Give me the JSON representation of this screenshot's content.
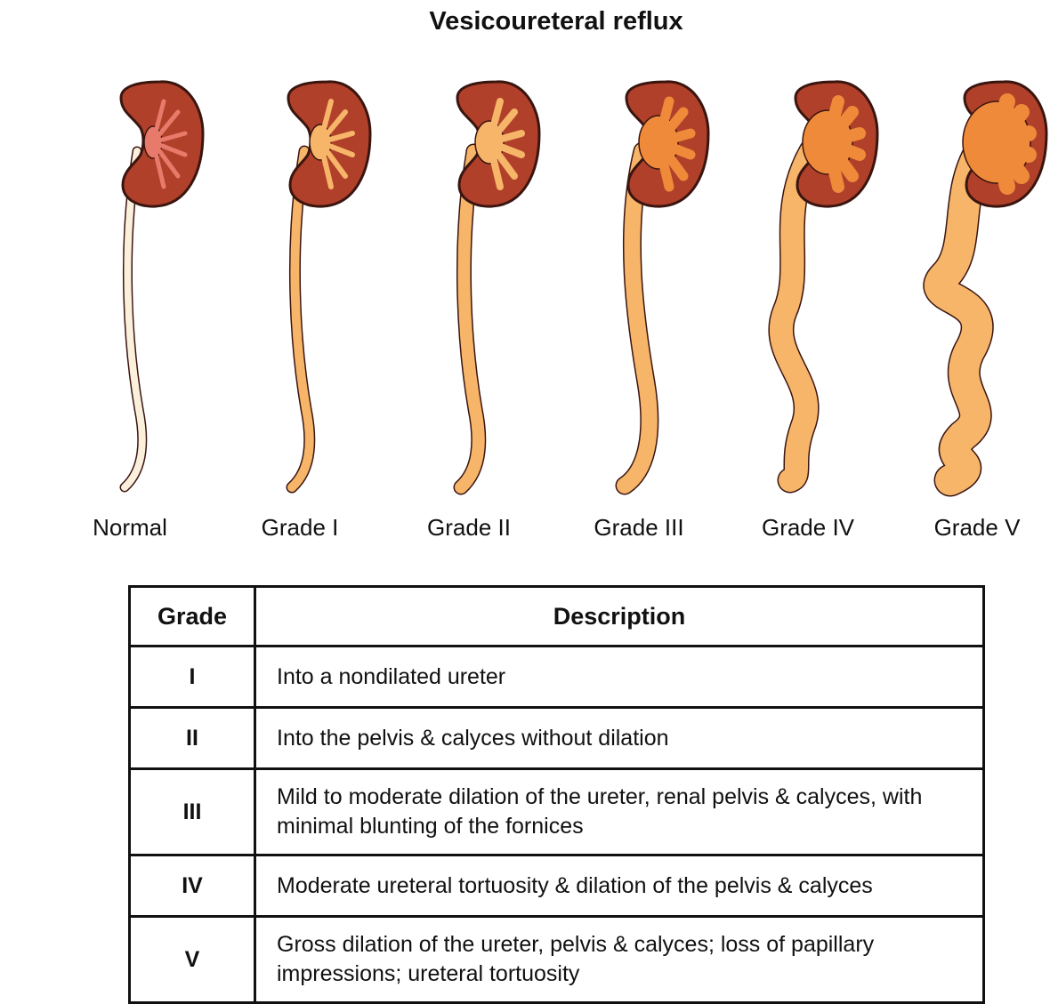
{
  "title": "Vesicoureteral reflux",
  "colors": {
    "kidney": "#b0402a",
    "kidney_outline": "#3a1510",
    "normal_ureter": "#fbf0dc",
    "reflux": "#f7b56a",
    "reflux_dilated": "#ef8a3a"
  },
  "kidney_labels": [
    "Normal",
    "Grade I",
    "Grade II",
    "Grade III",
    "Grade IV",
    "Grade V"
  ],
  "table": {
    "headers": [
      "Grade",
      "Description"
    ],
    "rows": [
      {
        "grade": "I",
        "description": "Into a nondilated ureter"
      },
      {
        "grade": "II",
        "description": "Into the pelvis & calyces without dilation"
      },
      {
        "grade": "III",
        "description": "Mild to moderate dilation of the ureter, renal pelvis & calyces, with minimal blunting of the fornices"
      },
      {
        "grade": "IV",
        "description": "Moderate ureteral tortuosity & dilation of the pelvis & calyces"
      },
      {
        "grade": "V",
        "description": "Gross dilation of the ureter, pelvis & calyces; loss of papillary impressions; ureteral tortuosity"
      }
    ]
  }
}
